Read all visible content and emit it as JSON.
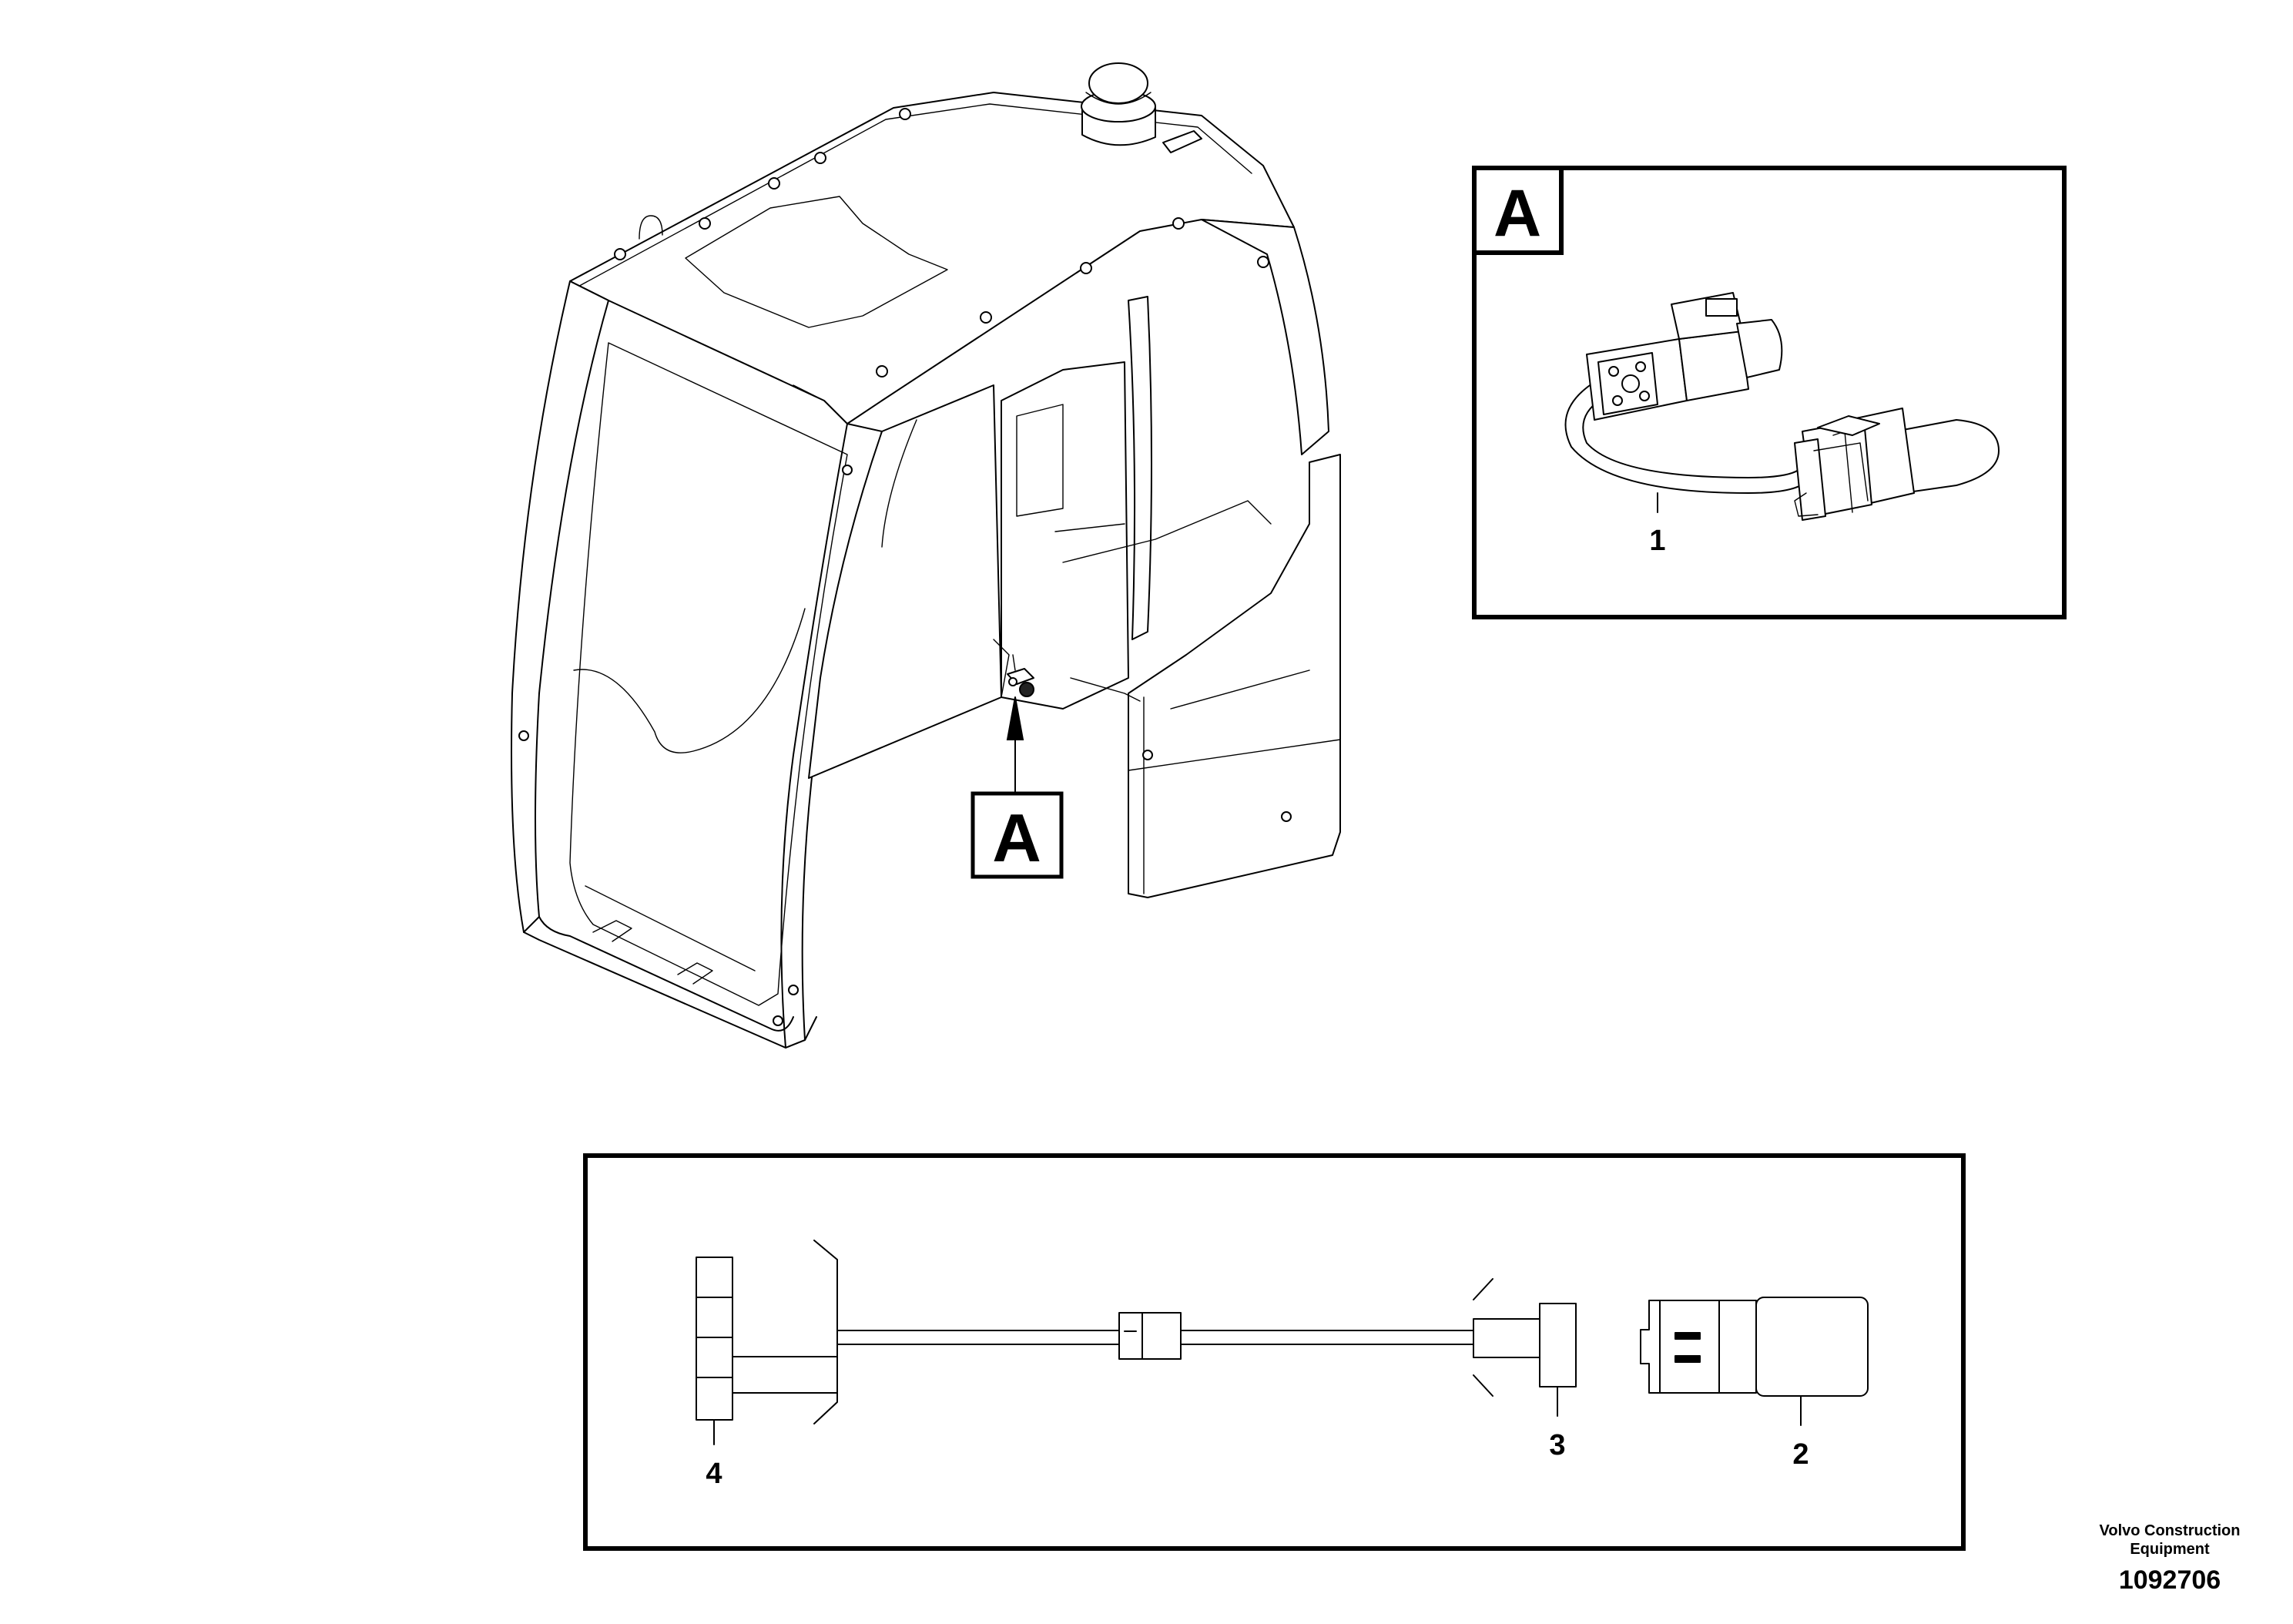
{
  "callouts": {
    "view_marker": "A",
    "detail_header": "A"
  },
  "items": {
    "detail_item": "1",
    "item_2": "2",
    "item_3": "3",
    "item_4": "4"
  },
  "footer": {
    "brand": "Volvo Construction Equipment",
    "document_number": "1092706"
  }
}
